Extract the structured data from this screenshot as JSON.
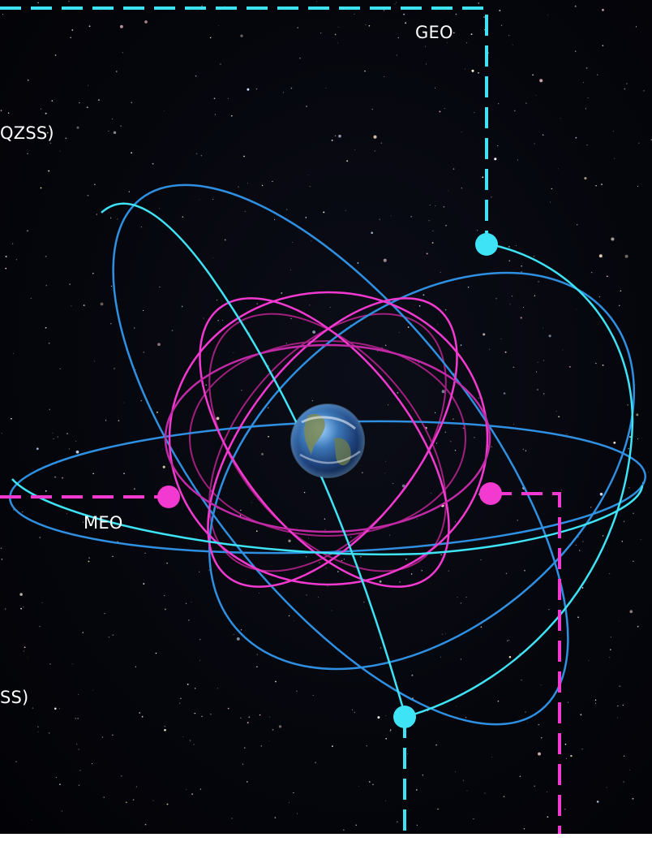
{
  "labels": {
    "geo": "GEO",
    "meo": "MEO",
    "left_upper": "QZSS)",
    "left_lower": "SS)"
  },
  "colors": {
    "background": "#04050b",
    "cyan": "#3ee3f6",
    "blue": "#2f8fe0",
    "magenta": "#f23ad1",
    "dark_magenta": "#a0207f",
    "label": "#ffffff",
    "footer": "#ffffff"
  },
  "icons": {
    "earth": "earth-globe-icon",
    "geo_marker": "cyan-dot-marker",
    "meo_marker": "magenta-dot-marker"
  }
}
